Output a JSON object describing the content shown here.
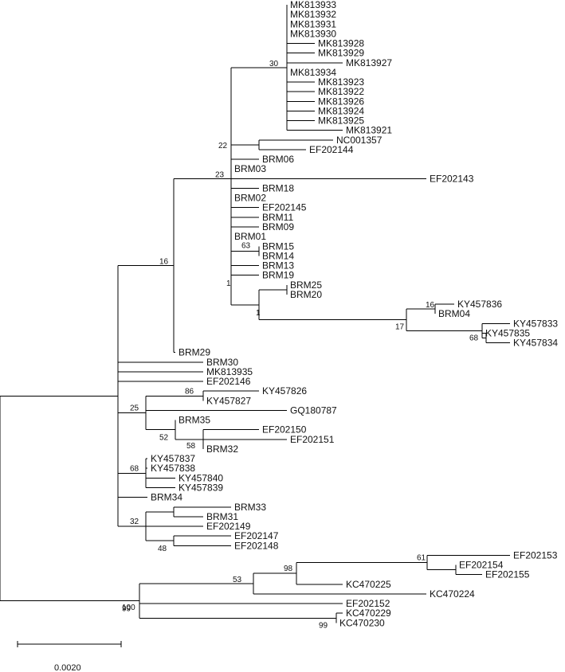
{
  "diagram": {
    "type": "phylogenetic-tree",
    "colors": {
      "line": "#000000",
      "text": "#111111",
      "background": "#ffffff"
    },
    "scale_bar": {
      "label": "0.0020"
    },
    "leaves": [
      "MK813933",
      "MK813932",
      "MK813931",
      "MK813930",
      "MK813928",
      "MK813929",
      "MK813927",
      "MK813934",
      "MK813923",
      "MK813922",
      "MK813926",
      "MK813924",
      "MK813925",
      "MK813921",
      "NC001357",
      "EF202144",
      "BRM06",
      "BRM03",
      "EF202143",
      "BRM18",
      "BRM02",
      "EF202145",
      "BRM11",
      "BRM09",
      "BRM01",
      "BRM15",
      "BRM14",
      "BRM13",
      "BRM19",
      "BRM25",
      "BRM20",
      "KY457836",
      "BRM04",
      "KY457833",
      "KY457835",
      "KY457834",
      "BRM29",
      "BRM30",
      "MK813935",
      "EF202146",
      "KY457826",
      "KY457827",
      "GQ180787",
      "BRM35",
      "EF202150",
      "EF202151",
      "BRM32",
      "KY457837",
      "KY457838",
      "KY457840",
      "KY457839",
      "BRM34",
      "BRM33",
      "BRM31",
      "EF202149",
      "EF202147",
      "EF202148",
      "EF202153",
      "EF202154",
      "EF202155",
      "KC470225",
      "KC470224",
      "EF202152",
      "KC470229",
      "KC470230"
    ],
    "bootstrap": [
      "30",
      "22",
      "23",
      "63",
      "1",
      "1",
      "16",
      "17",
      "68",
      "16",
      "86",
      "25",
      "52",
      "58",
      "68",
      "32",
      "48",
      "61",
      "98",
      "53",
      "100",
      "99",
      "99"
    ]
  }
}
